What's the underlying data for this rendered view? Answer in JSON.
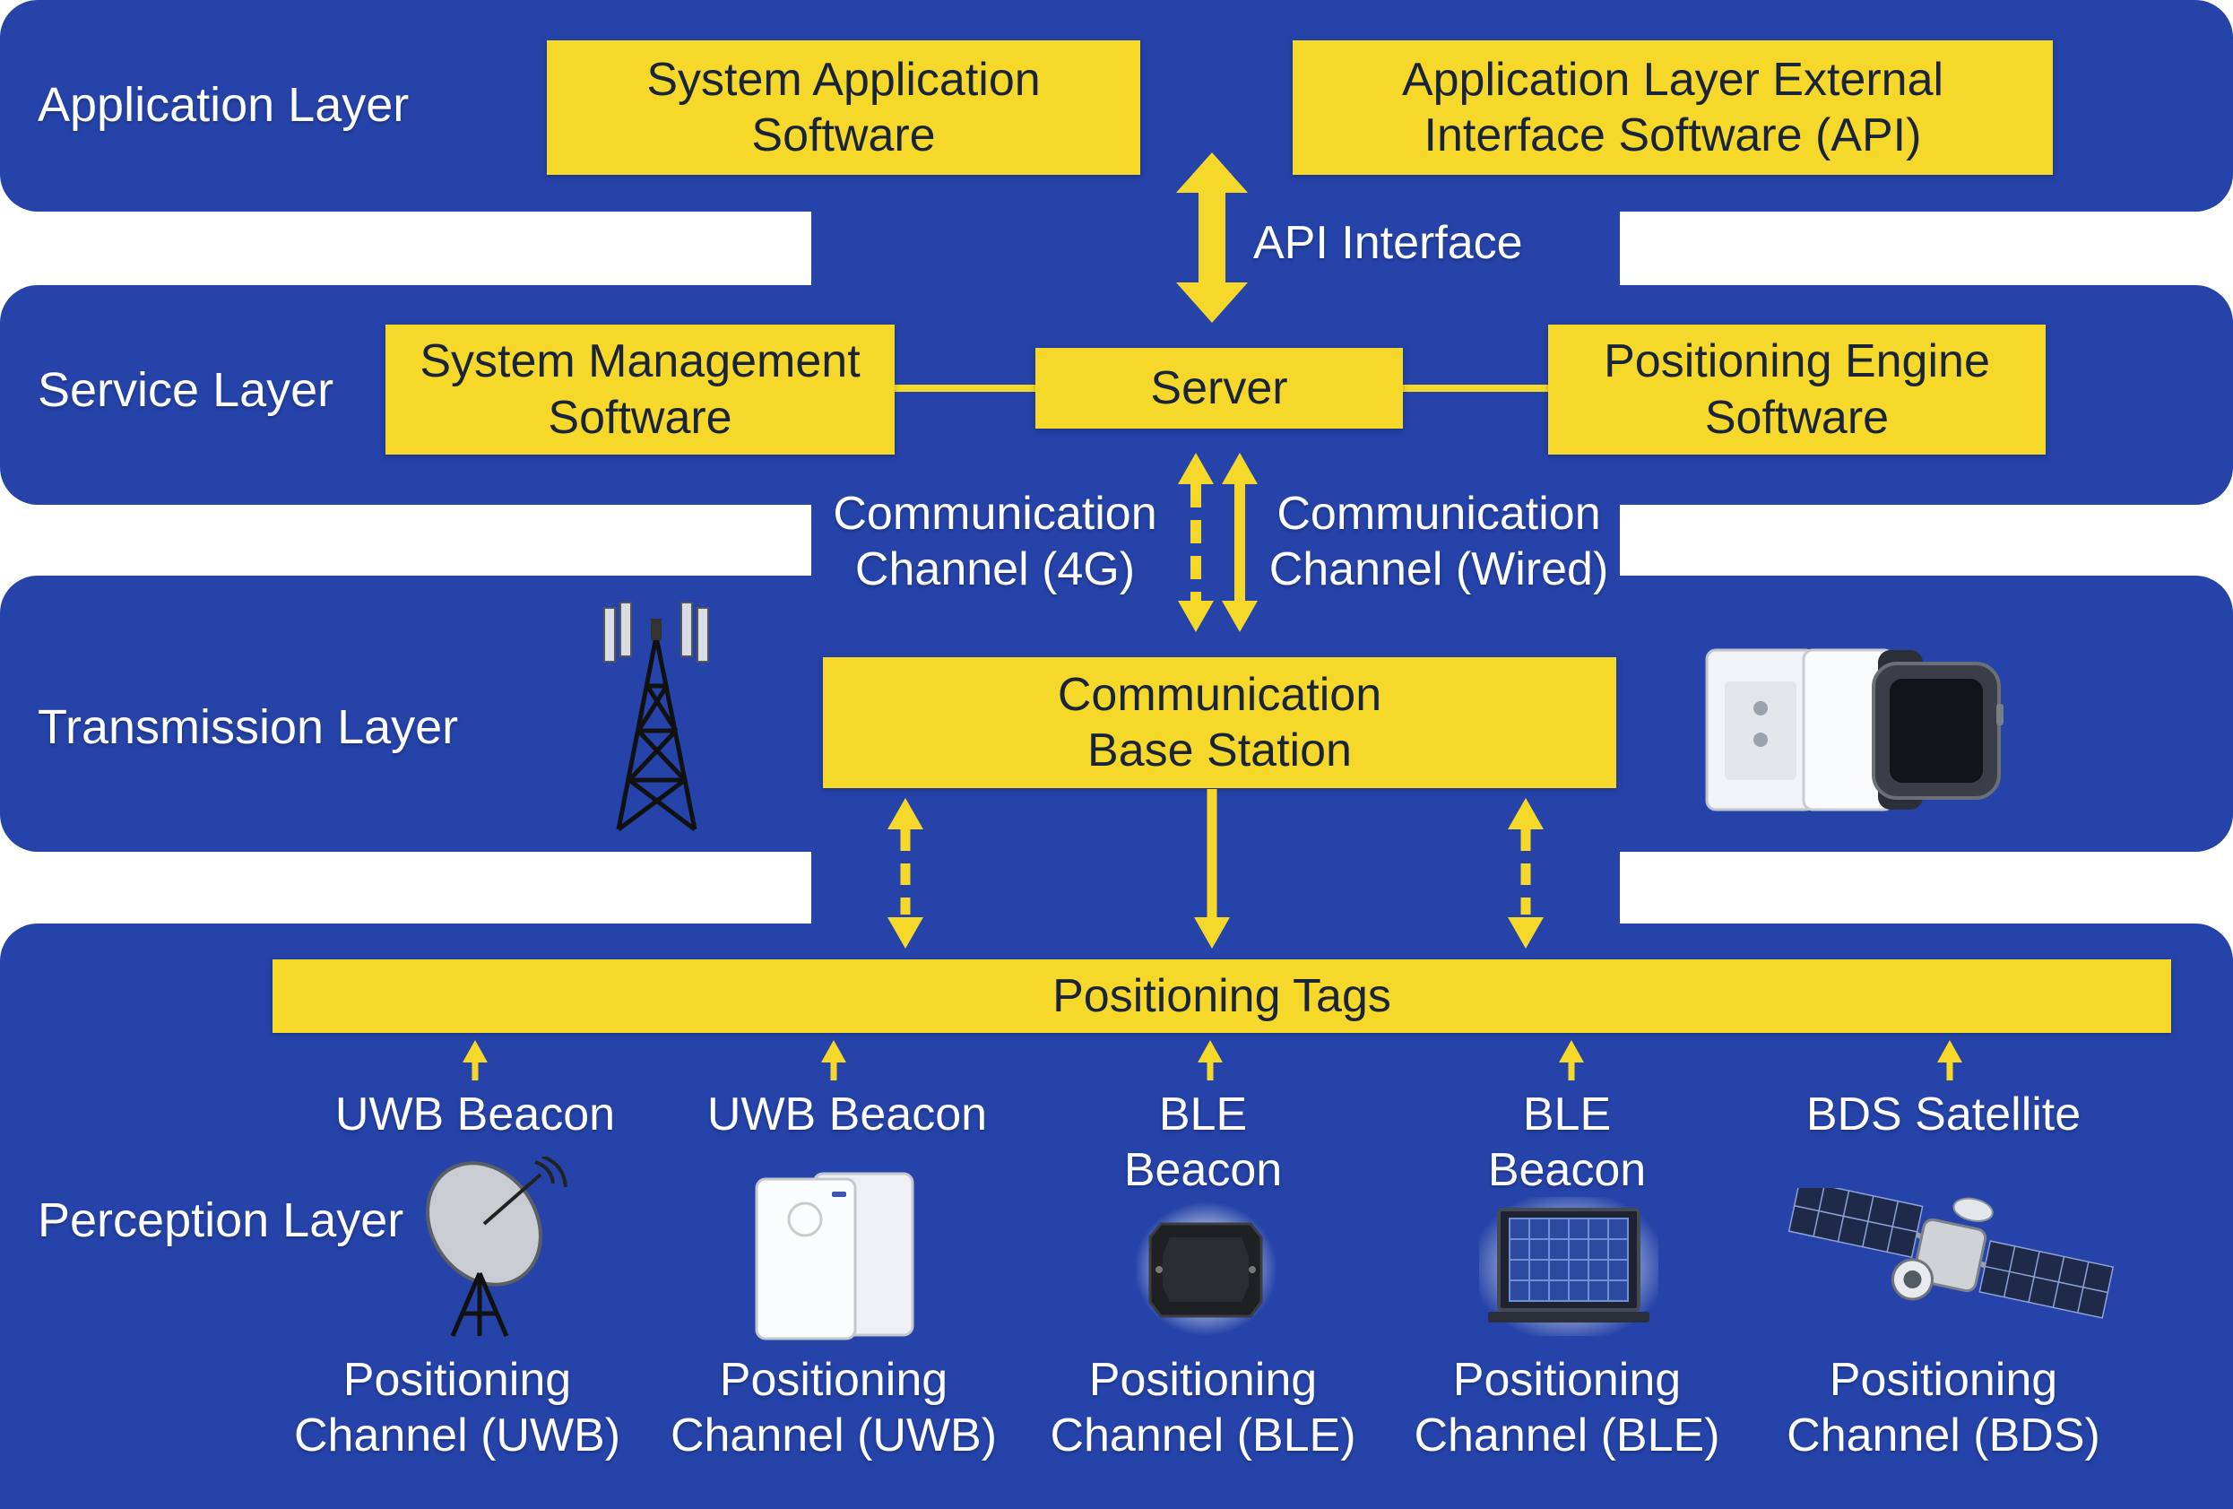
{
  "layers": {
    "application": "Application Layer",
    "service": "Service Layer",
    "transmission": "Transmission Layer",
    "perception": "Perception Layer"
  },
  "application": {
    "system_app": "System Application\nSoftware",
    "external_api": "Application Layer External\nInterface Software (API)"
  },
  "api_interface": "API Interface",
  "service": {
    "management": "System Management\nSoftware",
    "server": "Server",
    "engine": "Positioning Engine\nSoftware"
  },
  "channels": {
    "comm_4g": "Communication\nChannel (4G)",
    "comm_wired": "Communication\nChannel (Wired)"
  },
  "transmission": {
    "base_station": "Communication\nBase Station"
  },
  "perception": {
    "tags": "Positioning Tags",
    "sources": [
      {
        "name": "UWB Beacon",
        "channel": "Positioning\nChannel (UWB)",
        "icon": "satellite-dish-icon"
      },
      {
        "name": "UWB Beacon",
        "channel": "Positioning\nChannel (UWB)",
        "icon": "uwb-beacon-icon"
      },
      {
        "name": "BLE\nBeacon",
        "channel": "Positioning\nChannel (BLE)",
        "icon": "ble-beacon-icon"
      },
      {
        "name": "BLE\nBeacon",
        "channel": "Positioning\nChannel (BLE)",
        "icon": "solar-panel-icon"
      },
      {
        "name": "BDS Satellite",
        "channel": "Positioning\nChannel (BDS)",
        "icon": "satellite-icon"
      }
    ]
  },
  "colors": {
    "band": "#2543a8",
    "box": "#f6d82a",
    "text_dark": "#1a2438",
    "text_light": "#ffffff"
  }
}
